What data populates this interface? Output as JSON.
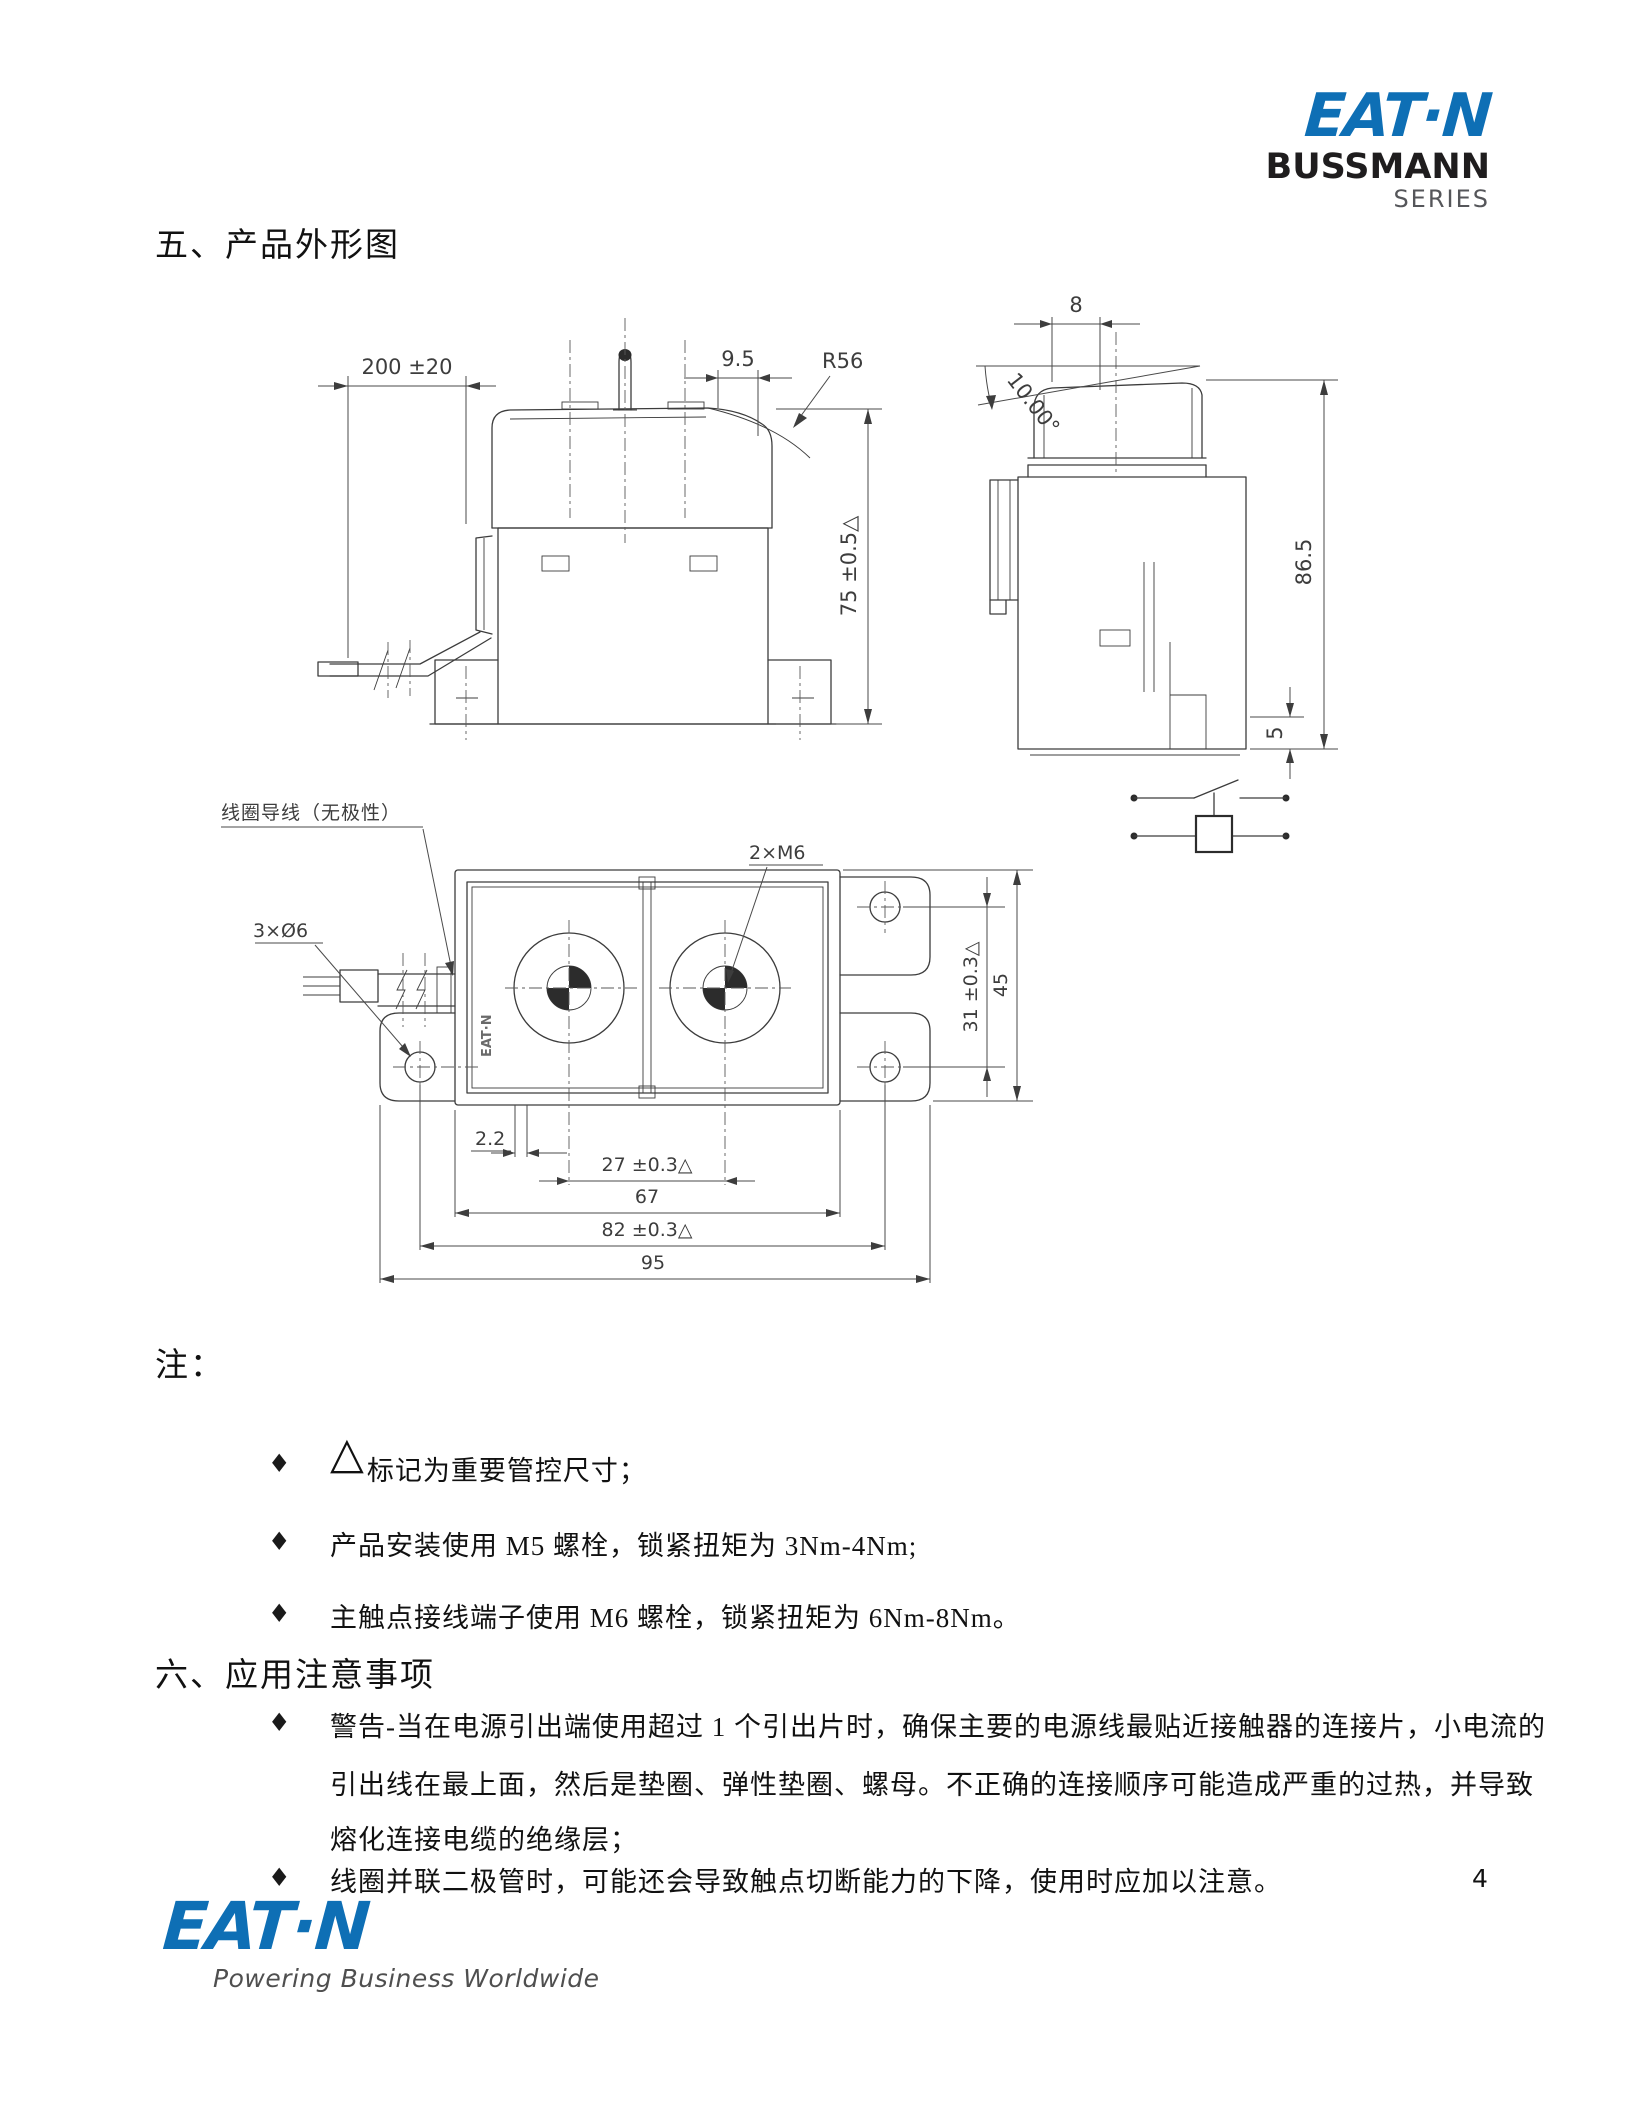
{
  "page": {
    "number": "4"
  },
  "header_logo": {
    "brand": "EAT·N",
    "line1": "BUSSMANN",
    "line2": "SERIES",
    "blue": "#0e6fb5"
  },
  "sections": {
    "s5_title": "五、产品外形图",
    "note_label": "注：",
    "bullet": "◆",
    "note1_triangle": "△",
    "note1": "标记为重要管控尺寸；",
    "note2": "产品安装使用 M5 螺栓，锁紧扭矩为 3Nm-4Nm;",
    "note3": "主触点接线端子使用 M6 螺栓，锁紧扭矩为 6Nm-8Nm。",
    "s6_title": "六、应用注意事项",
    "app1_line1": "警告-当在电源引出端使用超过 1 个引出片时，确保主要的电源线最贴近接触器的连接片，小电流的",
    "app1_line2": "引出线在最上面，然后是垫圈、弹性垫圈、螺母。不正确的连接顺序可能造成严重的过热，并导致",
    "app1_line3": "熔化连接电缆的绝缘层；",
    "app2": "线圈并联二极管时，可能还会导致触点切断能力的下降，使用时应加以注意。"
  },
  "drawings": {
    "front": {
      "dim_width": "200 ±20",
      "dim_offset": "9.5",
      "dim_radius": "R56",
      "dim_height": "75 ±0.5△"
    },
    "side": {
      "dim_top": "8",
      "dim_angle": "10.00°",
      "dim_height": "86.5",
      "dim_base": "5"
    },
    "top": {
      "label_coil": "线圈导线（无极性）",
      "label_holes": "3×Ø6",
      "label_m6": "2×M6",
      "dim_31": "31 ±0.3△",
      "dim_45": "45",
      "dim_22": "2.2",
      "dim_27": "27 ±0.3△",
      "dim_67": "67",
      "dim_82": "82 ±0.3△",
      "dim_95": "95",
      "body_logo": "EAT·N"
    }
  },
  "footer": {
    "brand": "EAT·N",
    "tagline": "Powering Business Worldwide"
  }
}
